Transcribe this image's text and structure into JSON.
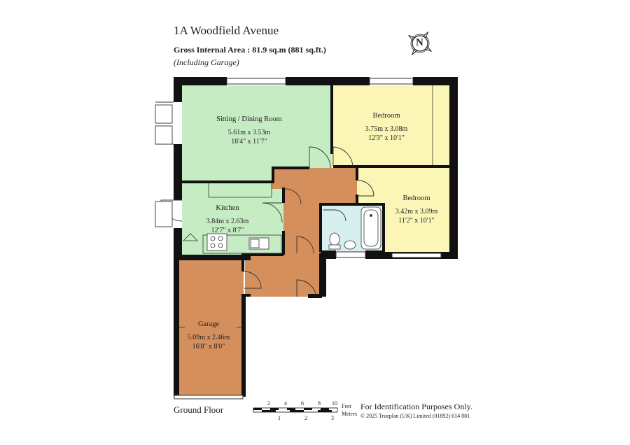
{
  "header": {
    "title": "1A Woodfield Avenue",
    "gross_area": "Gross Internal Area  :  81.9 sq.m   (881 sq.ft.)",
    "including": "(Including Garage)"
  },
  "compass": {
    "letter": "N"
  },
  "rooms": {
    "sitting": {
      "name": "Sitting / Dining Room",
      "metric": "5.61m  x  3.53m",
      "imperial": "18'4\"  x  11'7\""
    },
    "bedroom1": {
      "name": "Bedroom",
      "metric": "3.75m  x  3.08m",
      "imperial": "12'3\"  x  10'1\""
    },
    "bedroom2": {
      "name": "Bedroom",
      "metric": "3.42m  x  3.09m",
      "imperial": "11'2\"  x  10'1\""
    },
    "kitchen": {
      "name": "Kitchen",
      "metric": "3.84m  x  2.63m",
      "imperial": "12'7\"  x  8'7\""
    },
    "garage": {
      "name": "Garage",
      "metric": "5.09m  x  2.46m",
      "imperial": "16'8\"  x  8'0\""
    }
  },
  "footer": {
    "floor": "Ground Floor",
    "identification": "For Identification Purposes Only.",
    "copyright": "© 2025 Trueplan (UK) Limited  (01892) 614 881"
  },
  "scale": {
    "feet_label": "Feet",
    "metres_label": "Metres",
    "feet_ticks": [
      "2",
      "4",
      "6",
      "8",
      "10"
    ],
    "metre_ticks": [
      "1",
      "2",
      "3"
    ]
  },
  "colors": {
    "sitting_kitchen": "#c6ecc3",
    "bedrooms": "#fbf6b6",
    "hall_garage": "#d48f5d",
    "bathroom": "#d7efee",
    "walls": "#111111"
  }
}
